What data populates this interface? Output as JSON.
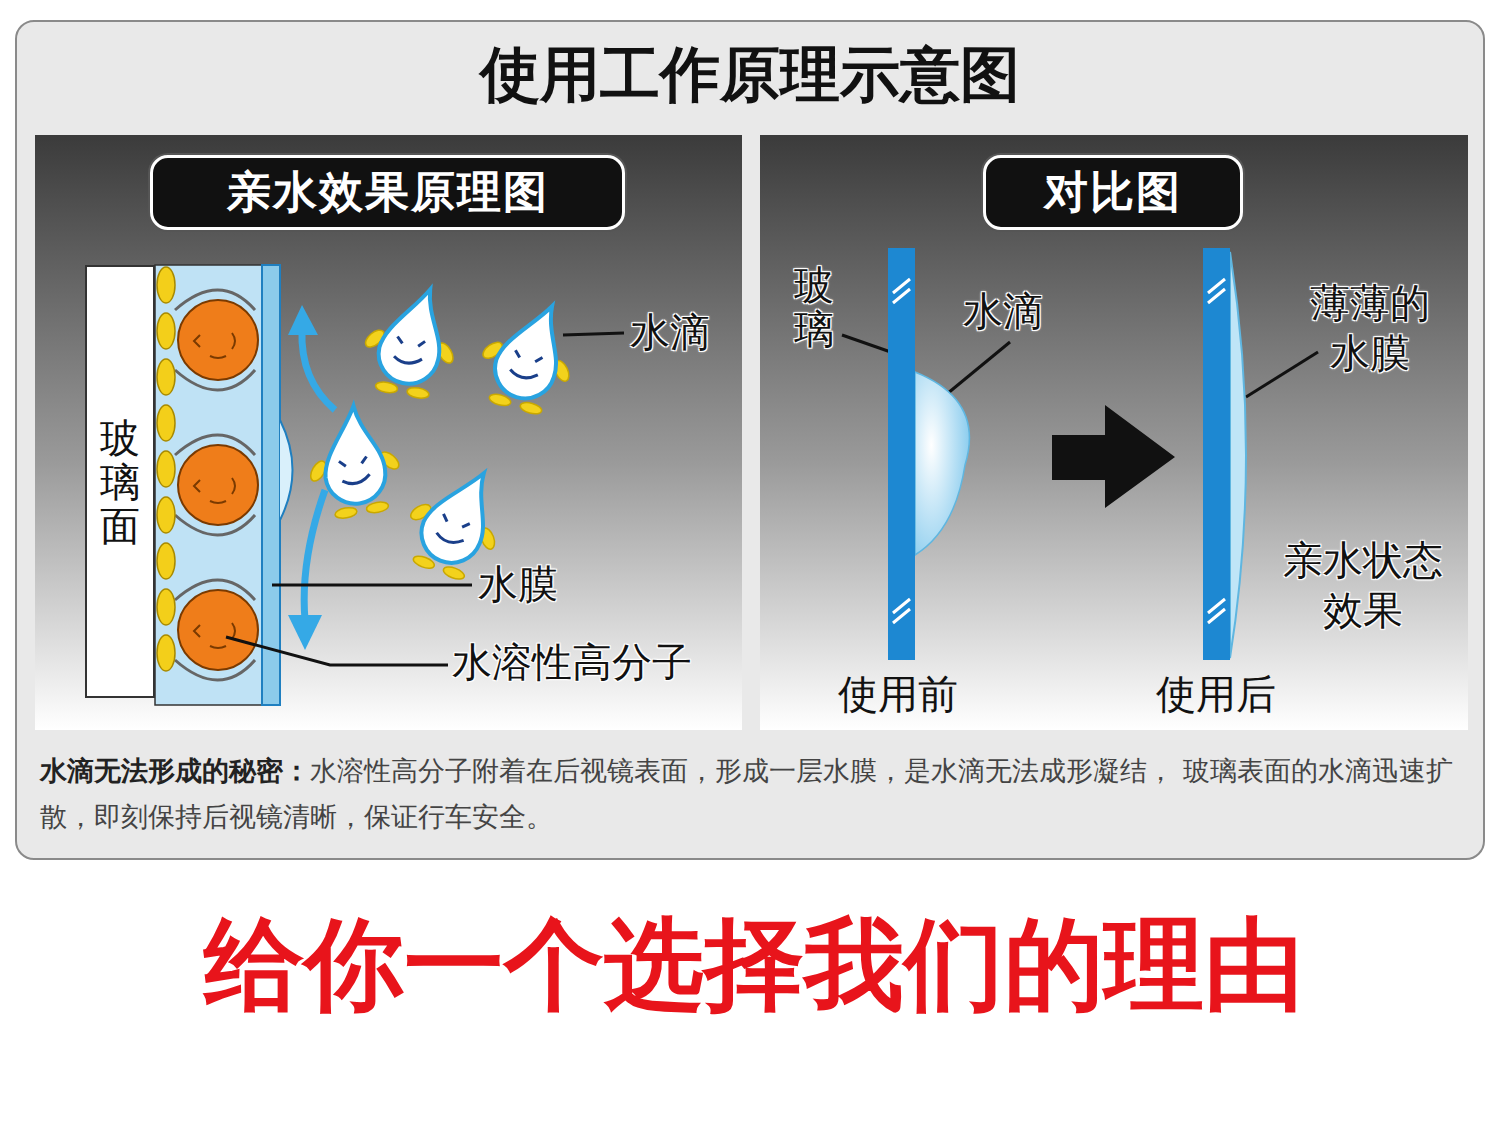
{
  "diagram": {
    "title": "使用工作原理示意图",
    "nodes": [
      {
        "text": [
          "亲水效果原理图"
        ]
      },
      {
        "text": [
          "对比图"
        ]
      },
      {
        "text": [
          "玻璃面"
        ]
      }
    ],
    "labels": [
      "水滴",
      "水膜",
      "水溶性高分子",
      "玻璃",
      "水滴",
      "薄薄的 水膜",
      "亲水状态 效果",
      "使用前",
      "使用后",
      "水滴无法形成的秘密：",
      "水溶性高分子附着在后视镜表面，形成一层水膜，是水滴无法成形凝结， 玻璃表面的水滴迅速扩散，即刻保持后视镜清晰，保证行车安全。",
      "给你一个选择我们的理由"
    ]
  }
}
